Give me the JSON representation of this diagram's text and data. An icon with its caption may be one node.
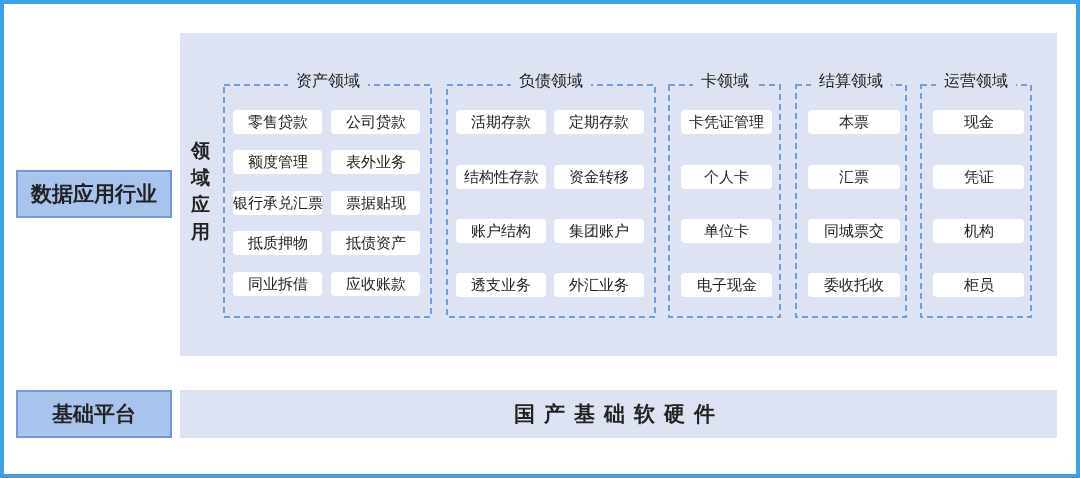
{
  "diagram": {
    "nodes": [
      {
        "text": [
          "数据应用行业"
        ]
      },
      {
        "text": [
          "领域应用"
        ]
      },
      {
        "text": [
          "资产领域"
        ],
        "in": 1
      },
      {
        "text": [
          "零售贷款"
        ],
        "in": 2
      },
      {
        "text": [
          "公司贷款"
        ],
        "in": 2
      },
      {
        "text": [
          "额度管理"
        ],
        "in": 2
      },
      {
        "text": [
          "表外业务"
        ],
        "in": 2
      },
      {
        "text": [
          "银行承兑汇票"
        ],
        "in": 2
      },
      {
        "text": [
          "票据贴现"
        ],
        "in": 2
      },
      {
        "text": [
          "抵质押物"
        ],
        "in": 2
      },
      {
        "text": [
          "抵债资产"
        ],
        "in": 2
      },
      {
        "text": [
          "同业拆借"
        ],
        "in": 2
      },
      {
        "text": [
          "应收账款"
        ],
        "in": 2
      },
      {
        "text": [
          "负债领域"
        ],
        "in": 1
      },
      {
        "text": [
          "活期存款"
        ],
        "in": 13
      },
      {
        "text": [
          "定期存款"
        ],
        "in": 13
      },
      {
        "text": [
          "结构性存款"
        ],
        "in": 13
      },
      {
        "text": [
          "资金转移"
        ],
        "in": 13
      },
      {
        "text": [
          "账户结构"
        ],
        "in": 13
      },
      {
        "text": [
          "集团账户"
        ],
        "in": 13
      },
      {
        "text": [
          "透支业务"
        ],
        "in": 13
      },
      {
        "text": [
          "外汇业务"
        ],
        "in": 13
      },
      {
        "text": [
          "卡领域"
        ],
        "in": 1
      },
      {
        "text": [
          "卡凭证管理"
        ],
        "in": 22
      },
      {
        "text": [
          "个人卡"
        ],
        "in": 22
      },
      {
        "text": [
          "单位卡"
        ],
        "in": 22
      },
      {
        "text": [
          "电子现金"
        ],
        "in": 22
      },
      {
        "text": [
          "结算领域"
        ],
        "in": 1
      },
      {
        "text": [
          "本票"
        ],
        "in": 27
      },
      {
        "text": [
          "汇票"
        ],
        "in": 27
      },
      {
        "text": [
          "同城票交"
        ],
        "in": 27
      },
      {
        "text": [
          "委收托收"
        ],
        "in": 27
      },
      {
        "text": [
          "运营领域"
        ],
        "in": 1
      },
      {
        "text": [
          "现金"
        ],
        "in": 32
      },
      {
        "text": [
          "凭证"
        ],
        "in": 32
      },
      {
        "text": [
          "机构"
        ],
        "in": 32
      },
      {
        "text": [
          "柜员"
        ],
        "in": 32
      },
      {
        "text": [
          "基础平台"
        ]
      },
      {
        "text": [
          "国产基础软硬件"
        ]
      }
    ]
  }
}
